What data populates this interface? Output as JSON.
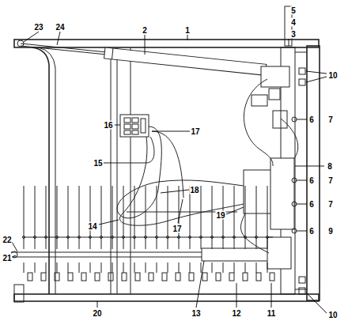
{
  "diagram": {
    "labels": [
      "5",
      "4",
      "23",
      "24",
      "2",
      "1",
      "3",
      "10",
      "6",
      "7",
      "16",
      "17",
      "8",
      "15",
      "6",
      "7",
      "18",
      "6",
      "7",
      "19",
      "14",
      "17",
      "6",
      "9",
      "22",
      "21",
      "20",
      "13",
      "12",
      "11",
      "10"
    ]
  }
}
